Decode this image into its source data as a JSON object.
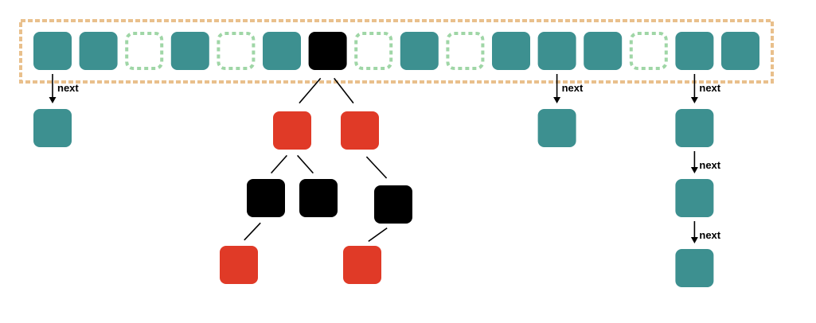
{
  "colors": {
    "teal": "#3d9090",
    "red": "#e03a27",
    "black": "#000000",
    "empty_outline": "#9fd6a6",
    "array_border": "#e9c08c",
    "line": "#000000"
  },
  "arrow_label": "next",
  "array": {
    "slots": [
      "teal",
      "teal",
      "empty",
      "teal",
      "empty",
      "teal",
      "black",
      "empty",
      "teal",
      "empty",
      "teal",
      "teal",
      "teal",
      "empty",
      "teal",
      "teal"
    ]
  },
  "chains": [
    {
      "from_slot": 0,
      "length": 1
    },
    {
      "from_slot": 11,
      "length": 1
    },
    {
      "from_slot": 14,
      "length": 3
    }
  ],
  "tree": {
    "root_slot": 6,
    "nodes": [
      {
        "id": "n1",
        "color": "red",
        "parent": "root"
      },
      {
        "id": "n2",
        "color": "red",
        "parent": "root"
      },
      {
        "id": "n3",
        "color": "black",
        "parent": "n1"
      },
      {
        "id": "n4",
        "color": "black",
        "parent": "n1"
      },
      {
        "id": "n5",
        "color": "black",
        "parent": "n2"
      },
      {
        "id": "n6",
        "color": "red",
        "parent": "n3"
      },
      {
        "id": "n7",
        "color": "red",
        "parent": "n5"
      }
    ]
  }
}
